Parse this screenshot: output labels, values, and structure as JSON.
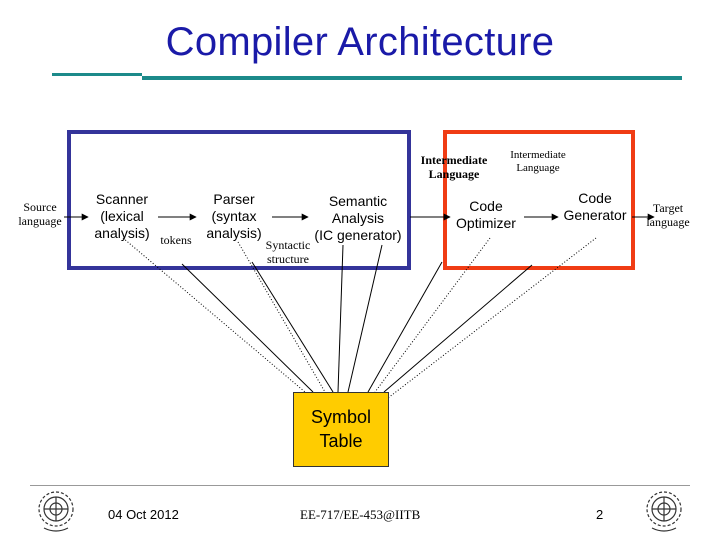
{
  "title": "Compiler Architecture",
  "nodes": {
    "source": "Source\nlanguage",
    "scanner": "Scanner\n(lexical\nanalysis)",
    "tokens": "tokens",
    "parser": "Parser\n(syntax\nanalysis)",
    "syntactic": "Syntactic\nstructure",
    "semantic": "Semantic\nAnalysis\n(IC generator)",
    "intermediate_1": "Intermediate\nLanguage",
    "optimizer": "Code\nOptimizer",
    "intermediate_2": "Intermediate\nLanguage",
    "generator": "Code\nGenerator",
    "target": "Target\nlanguage",
    "symbol_table": "Symbol\nTable"
  },
  "frames": {
    "front_end_color": "#34349a",
    "back_end_color": "#f03c14"
  },
  "colors": {
    "title": "#1a1aa8",
    "rule": "#1c8a8a",
    "symbol_table_fill": "#ffcc00"
  },
  "footer": {
    "date": "04 Oct 2012",
    "course": "EE-717/EE-453@IITB",
    "page": "2"
  },
  "icons": {
    "logo": "institute-emblem-icon"
  }
}
